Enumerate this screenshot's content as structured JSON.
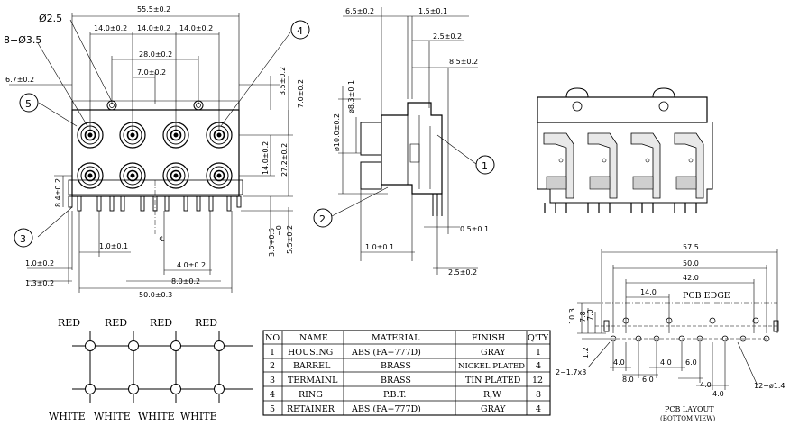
{
  "front_view": {
    "dims": {
      "d_55_5": "55.5±0.2",
      "d_14a": "14.0±0.2",
      "d_14b": "14.0±0.2",
      "d_14c": "14.0±0.2",
      "d_28": "28.0±0.2",
      "d_7": "7.0±0.2",
      "d_6_7": "6.7±0.2",
      "d_3_5": "3.5±0.2",
      "d_7v": "7.0±0.2",
      "d_14v": "14.0±0.2",
      "d_27_2": "27.2±0.2",
      "d_8_4": "8.4±0.2",
      "d_1_0": "1.0±0.1",
      "d_1_0b": "1.0±0.2",
      "d_1_3": "1.3±0.2",
      "d_4_0": "4.0±0.2",
      "d_8_0": "8.0±0.2",
      "d_50": "50.0±0.3",
      "d_3_5b": "3.5+0.5\n  -0",
      "d_5_5": "5.5±0.2",
      "dia_2_5": "Ø2.5",
      "dia_3_5": "8−Ø3.5",
      "centerline": "℄"
    },
    "callouts": {
      "c3": "3",
      "c4": "4",
      "c5": "5"
    }
  },
  "side_view": {
    "dims": {
      "d_6_5": "6.5±0.2",
      "d_1_5": "1.5±0.1",
      "d_2_5": "2.5±0.2",
      "d_8_5": "8.5±0.2",
      "d_dia8_3": "ø8.3±0.1",
      "d_dia10": "ø10.0±0.2",
      "d_0_5": "0.5±0.1",
      "d_1_0": "1.0±0.1",
      "d_2_5b": "2.5±0.2"
    },
    "callouts": {
      "c1": "1",
      "c2": "2"
    }
  },
  "pcb_layout": {
    "dims": {
      "d_57_5": "57.5",
      "d_50": "50.0",
      "d_42": "42.0",
      "d_14": "14.0",
      "d_10_3": "10.3",
      "d_7_8": "7.8",
      "d_7_0": "7.0",
      "d_1_2": "1.2",
      "d_4a": "4.0",
      "d_8": "8.0",
      "d_6a": "6.0",
      "d_4b": "4.0",
      "d_6b": "6.0",
      "d_4c": "4.0",
      "d_4d": "4.0",
      "holes_a": "2−1.7x3",
      "holes_b": "12−ø1.4"
    },
    "edge_label": "PCB EDGE",
    "title": "PCB LAYOUT",
    "subtitle": "(BOTTOM VIEW)"
  },
  "wiring": {
    "top_labels": [
      "RED",
      "RED",
      "RED",
      "RED"
    ],
    "bottom_labels": [
      "WHITE",
      "WHITE",
      "WHITE",
      "WHITE"
    ]
  },
  "bom": {
    "headers": [
      "NO.",
      "NAME",
      "MATERIAL",
      "FINISH",
      "Q'TY"
    ],
    "rows": [
      [
        "1",
        "HOUSING",
        "ABS (PA−777D)",
        "GRAY",
        "1"
      ],
      [
        "2",
        "BARREL",
        "BRASS",
        "NICKEL PLATED",
        "4"
      ],
      [
        "3",
        "TERMAINL",
        "BRASS",
        "TIN PLATED",
        "12"
      ],
      [
        "4",
        "RING",
        "P.B.T.",
        "R,W",
        "8"
      ],
      [
        "5",
        "RETAINER",
        "ABS (PA−777D)",
        "GRAY",
        "4"
      ]
    ]
  }
}
